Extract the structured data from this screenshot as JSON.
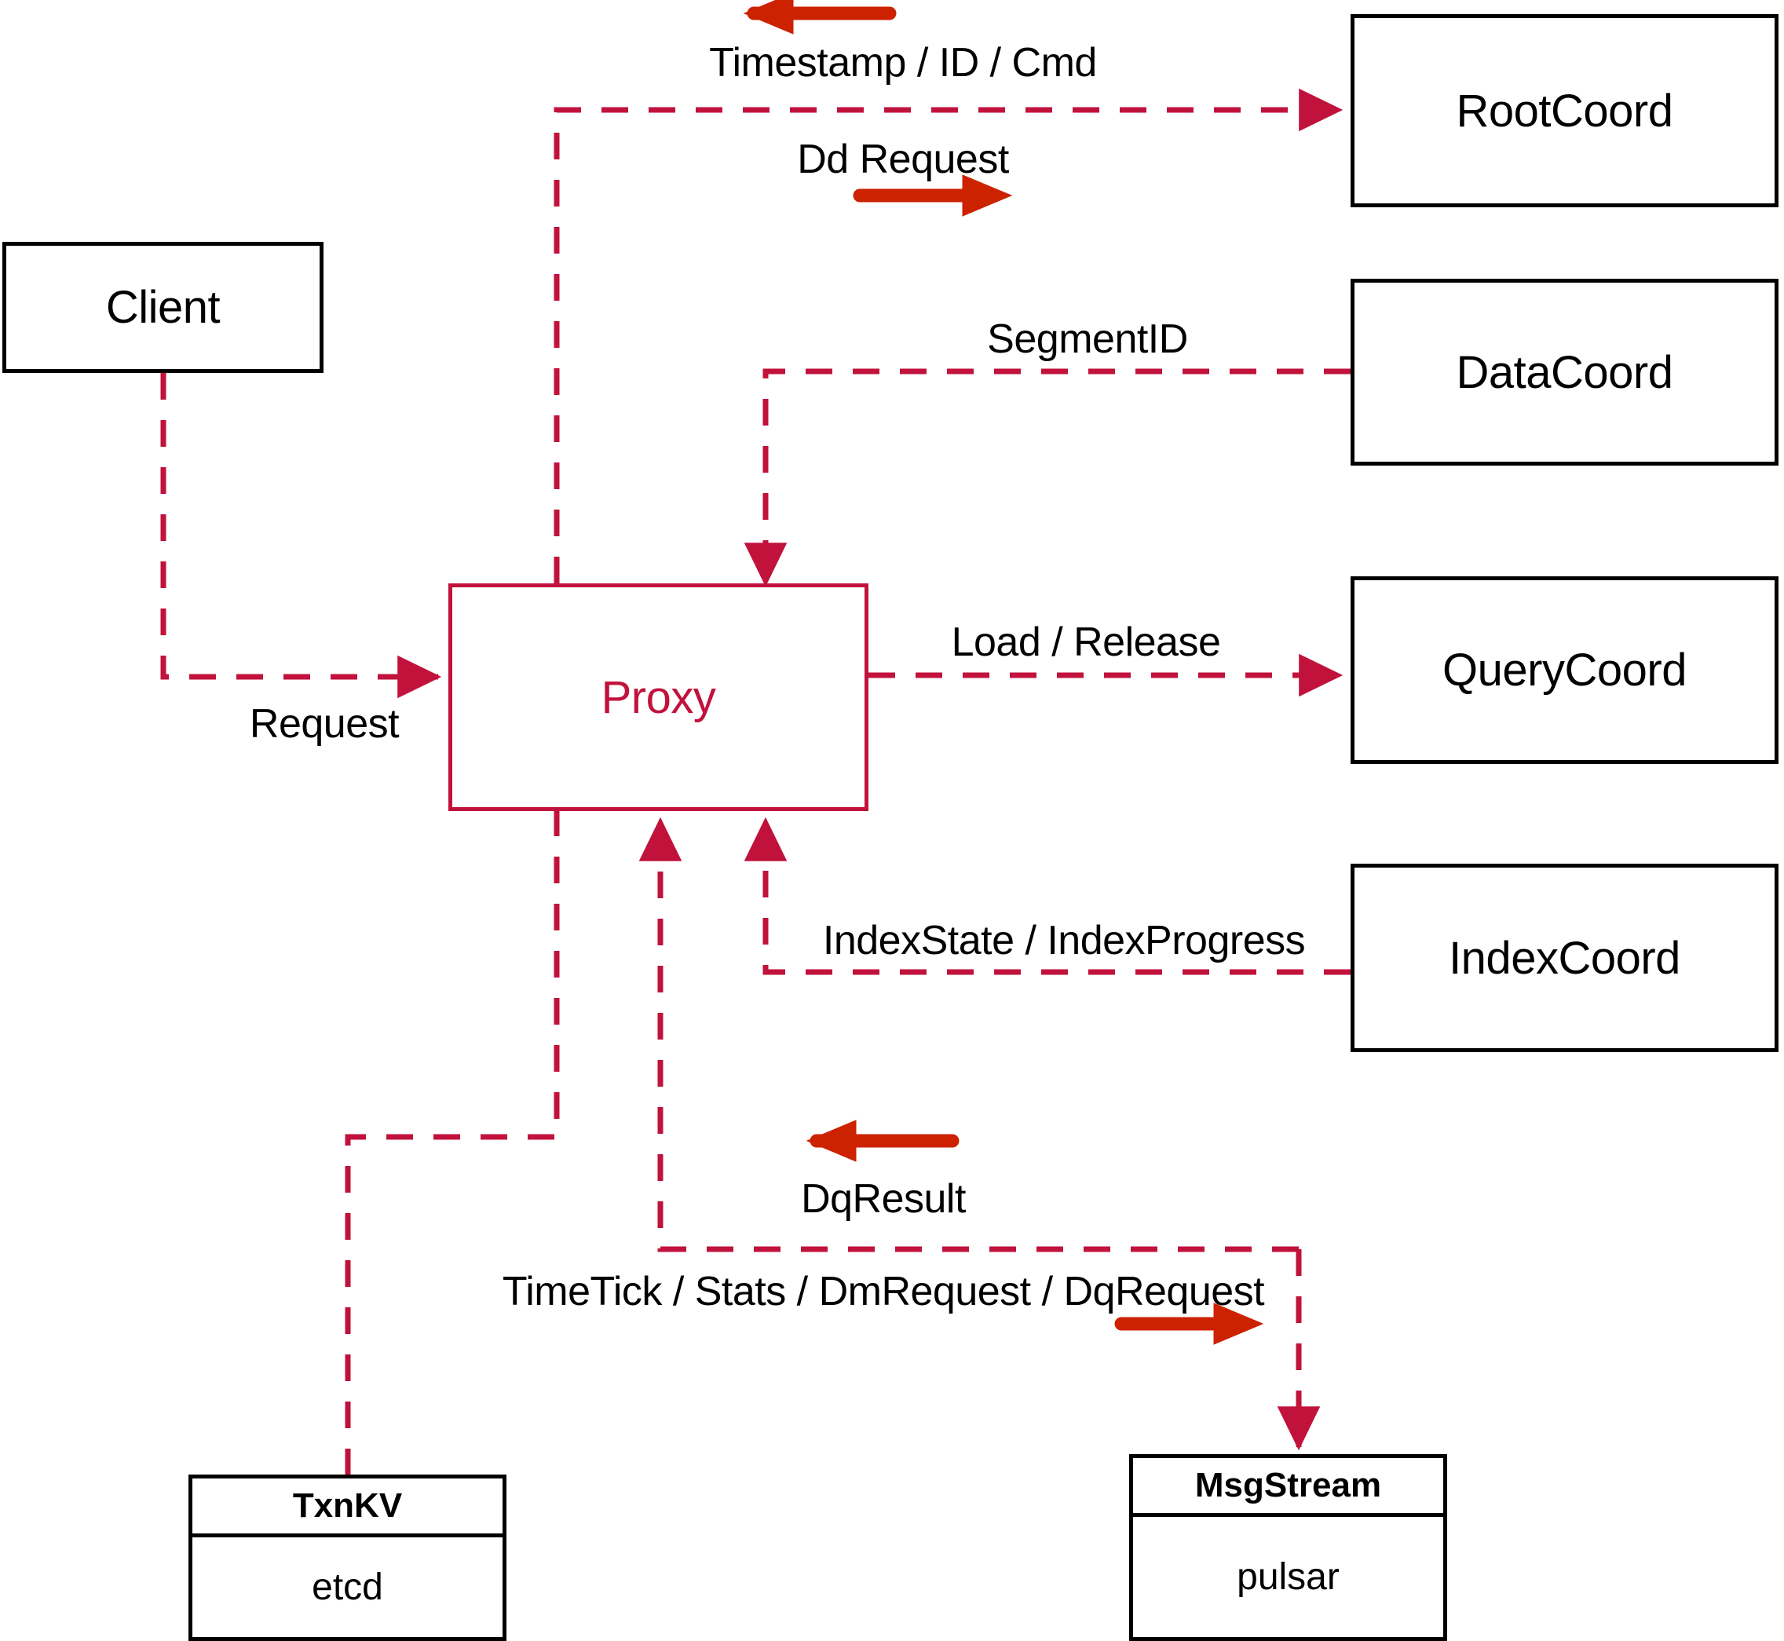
{
  "diagram": {
    "title": "Milvus Proxy interaction diagram",
    "colors": {
      "dashed_line": "#C1123C",
      "solid_arrow": "#CC2200",
      "node_border": "#000000",
      "proxy_border": "#C1123C",
      "proxy_text": "#C1123C",
      "background": "#FFFFFF"
    },
    "nodes": {
      "client": {
        "label": "Client"
      },
      "proxy": {
        "label": "Proxy"
      },
      "root_coord": {
        "label": "RootCoord"
      },
      "data_coord": {
        "label": "DataCoord"
      },
      "query_coord": {
        "label": "QueryCoord"
      },
      "index_coord": {
        "label": "IndexCoord"
      },
      "txnkv": {
        "head": "TxnKV",
        "body": "etcd"
      },
      "msgstream": {
        "head": "MsgStream",
        "body": "pulsar"
      }
    },
    "edge_labels": {
      "timestamp_id_cmd": "Timestamp / ID / Cmd",
      "dd_request": "Dd Request",
      "segment_id": "SegmentID",
      "request": "Request",
      "load_release": "Load / Release",
      "index_state_progress": "IndexState / IndexProgress",
      "dq_result": "DqResult",
      "timetick_stats": "TimeTick / Stats / DmRequest / DqRequest"
    }
  }
}
